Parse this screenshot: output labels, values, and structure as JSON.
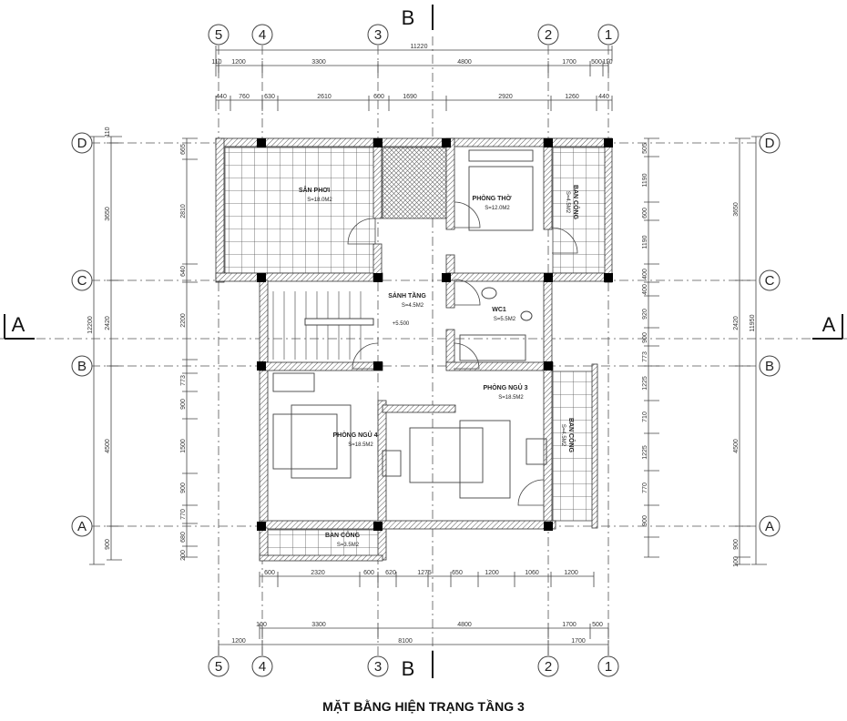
{
  "title": "MẶT BẰNG HIỆN TRẠNG TẦNG 3",
  "section_markers": {
    "top": "B",
    "bottom": "B",
    "left": "A",
    "right": "A"
  },
  "column_axes": [
    "5",
    "4",
    "3",
    "2",
    "1"
  ],
  "row_axes": [
    "D",
    "C",
    "B",
    "A"
  ],
  "dimensions": {
    "top_overall": "11220",
    "top_axes": [
      "110",
      "1200",
      "3300",
      "4800",
      "1700",
      "500",
      "110"
    ],
    "top_detail": [
      "440",
      "760",
      "630",
      "2610",
      "600",
      "1690",
      "2920",
      "1260",
      "440"
    ],
    "bottom_detail": [
      "600",
      "2320",
      "600",
      "620",
      "1275",
      "650",
      "1200",
      "1060",
      "1200"
    ],
    "bottom_axes": [
      "100",
      "3300",
      "4800",
      "1700",
      "500"
    ],
    "bottom_overall": [
      "1200",
      "8100",
      "1700"
    ],
    "left_overall": "12200",
    "left_axes": [
      "110",
      "3650",
      "2420",
      "4500",
      "900"
    ],
    "left_detail": [
      "665",
      "2810",
      "640",
      "2200",
      "773",
      "900",
      "1500",
      "900",
      "770",
      "680",
      "200"
    ],
    "right_detail": [
      "505",
      "1190",
      "600",
      "1190",
      "400",
      "400",
      "920",
      "900",
      "773",
      "1225",
      "710",
      "1225",
      "770",
      "900"
    ],
    "right_axes": [
      "3650",
      "2420",
      "4500",
      "900",
      "100"
    ],
    "right_overall": "11950"
  },
  "rooms": [
    {
      "name": "SÂN PHƠI",
      "area": "S=18.0M2"
    },
    {
      "name": "PHÒNG THỜ",
      "area": "S=12.0M2"
    },
    {
      "name": "BAN CÔNG",
      "area": "S=4.5M2"
    },
    {
      "name": "SẢNH TẦNG",
      "area": "S=4.5M2"
    },
    {
      "name": "WC1",
      "area": "S=5.5M2"
    },
    {
      "name": "PHÒNG NGỦ 3",
      "area": "S=18.5M2"
    },
    {
      "name": "PHÒNG NGỦ 4",
      "area": "S=18.5M2"
    },
    {
      "name": "BAN CÔNG",
      "area": "S=4.5M2"
    },
    {
      "name": "BAN CÔNG",
      "area": "S=3.5M2"
    }
  ],
  "elevation": "+5.500",
  "colors": {
    "line": "#333333",
    "wall_hatch": "#555555",
    "column": "#000000"
  }
}
